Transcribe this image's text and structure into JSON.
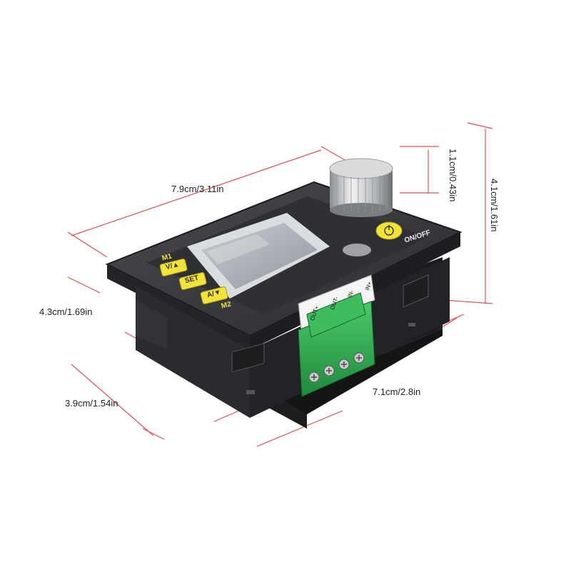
{
  "dimensions": {
    "length_top": "7.9cm/3.11in",
    "knob_height": "1.1cm/0.43in",
    "total_height": "4.1cm/1.61in",
    "front_height": "4.3cm/1.69in",
    "body_height": "3.9cm/1.54in",
    "body_length": "7.1cm/2.8in"
  },
  "panel": {
    "m1_label": "M1",
    "m2_label": "M2",
    "v_button": "V/▲",
    "set_button": "SET",
    "a_button": "A/▼",
    "power_label": "ON/OFF"
  },
  "terminals": {
    "labels": [
      "IN+",
      "IN-",
      "OUT-",
      "OUT+"
    ]
  },
  "colors": {
    "dimension_line": "#e05050",
    "case": "#2c2d30",
    "bezel": "#3a3b3f",
    "button_yellow": "#f2e33a",
    "terminal_green": "#2fa84f"
  }
}
